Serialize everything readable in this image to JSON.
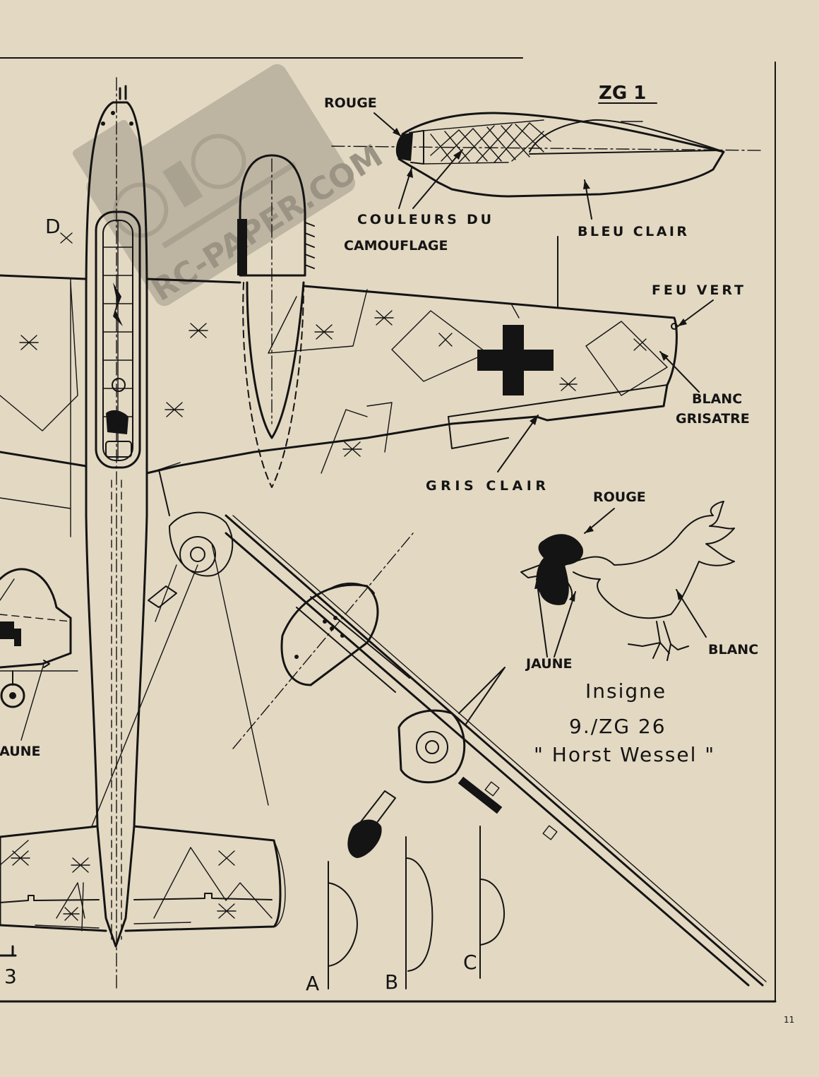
{
  "section_title": "ZG 1",
  "labels": {
    "rouge_top": "ROUGE",
    "couleurs_line1": "COULEURS DU",
    "couleurs_line2": "CAMOUFLAGE",
    "bleu_clair": "BLEU CLAIR",
    "feu_vert": "FEU VERT",
    "blanc_line1": "BLANC",
    "blanc_line2": "GRISATRE",
    "gris_clair": "GRIS CLAIR",
    "rouge_insigne": "ROUGE",
    "jaune_insigne": "JAUNE",
    "blanc_insigne": "BLANC",
    "jaune_left": "JAUNE",
    "point_d": "D"
  },
  "insigne": {
    "title": "Insigne",
    "unit": "9./ZG 26",
    "name": "\" Horst Wessel \""
  },
  "sections": [
    "A",
    "B",
    "C"
  ],
  "edge_number": "3",
  "page_number": "11",
  "watermark": "RC-PAPER.COM",
  "colors": {
    "paper": "#e3d8c2",
    "ink": "#141414",
    "watermark": "#7a7368"
  }
}
